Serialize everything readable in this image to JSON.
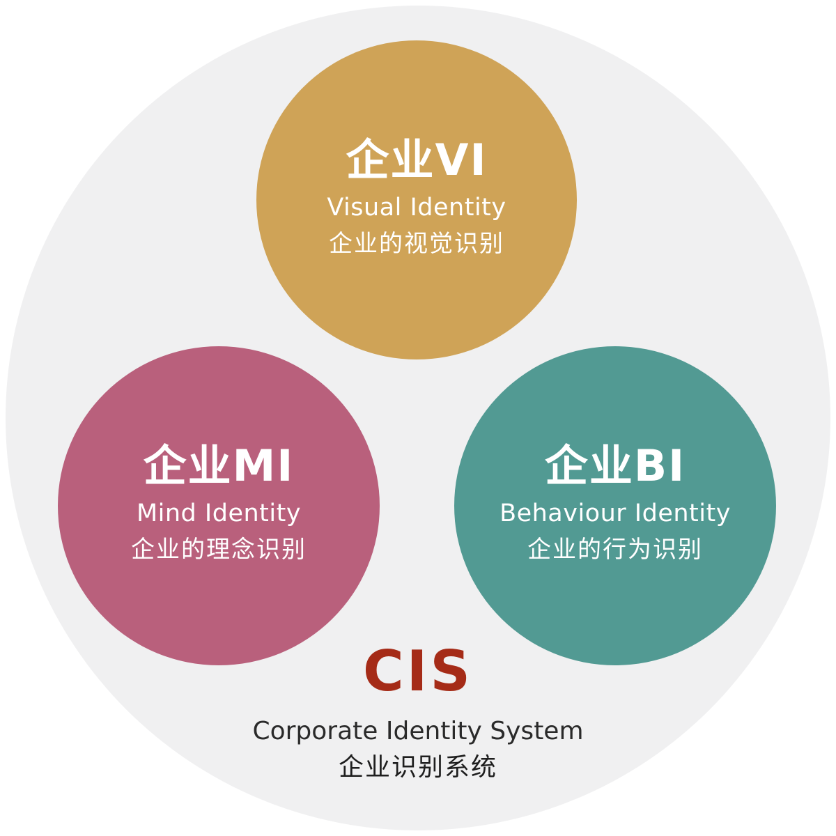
{
  "colors": {
    "outer_background": "#f0f0f1",
    "vi": "#cfa357",
    "mi": "#b9607c",
    "bi": "#529a93",
    "cis_accent": "#a52b17"
  },
  "nodes": {
    "vi": {
      "title": "企业VI",
      "subtitle": "Visual Identity",
      "cn": "企业的视觉识别"
    },
    "mi": {
      "title": "企业MI",
      "subtitle": "Mind Identity",
      "cn": "企业的理念识别"
    },
    "bi": {
      "title": "企业BI",
      "subtitle": "Behaviour Identity",
      "cn": "企业的行为识别"
    }
  },
  "center": {
    "title": "CIS",
    "subtitle": "Corporate Identity System",
    "cn": "企业识别系统"
  }
}
